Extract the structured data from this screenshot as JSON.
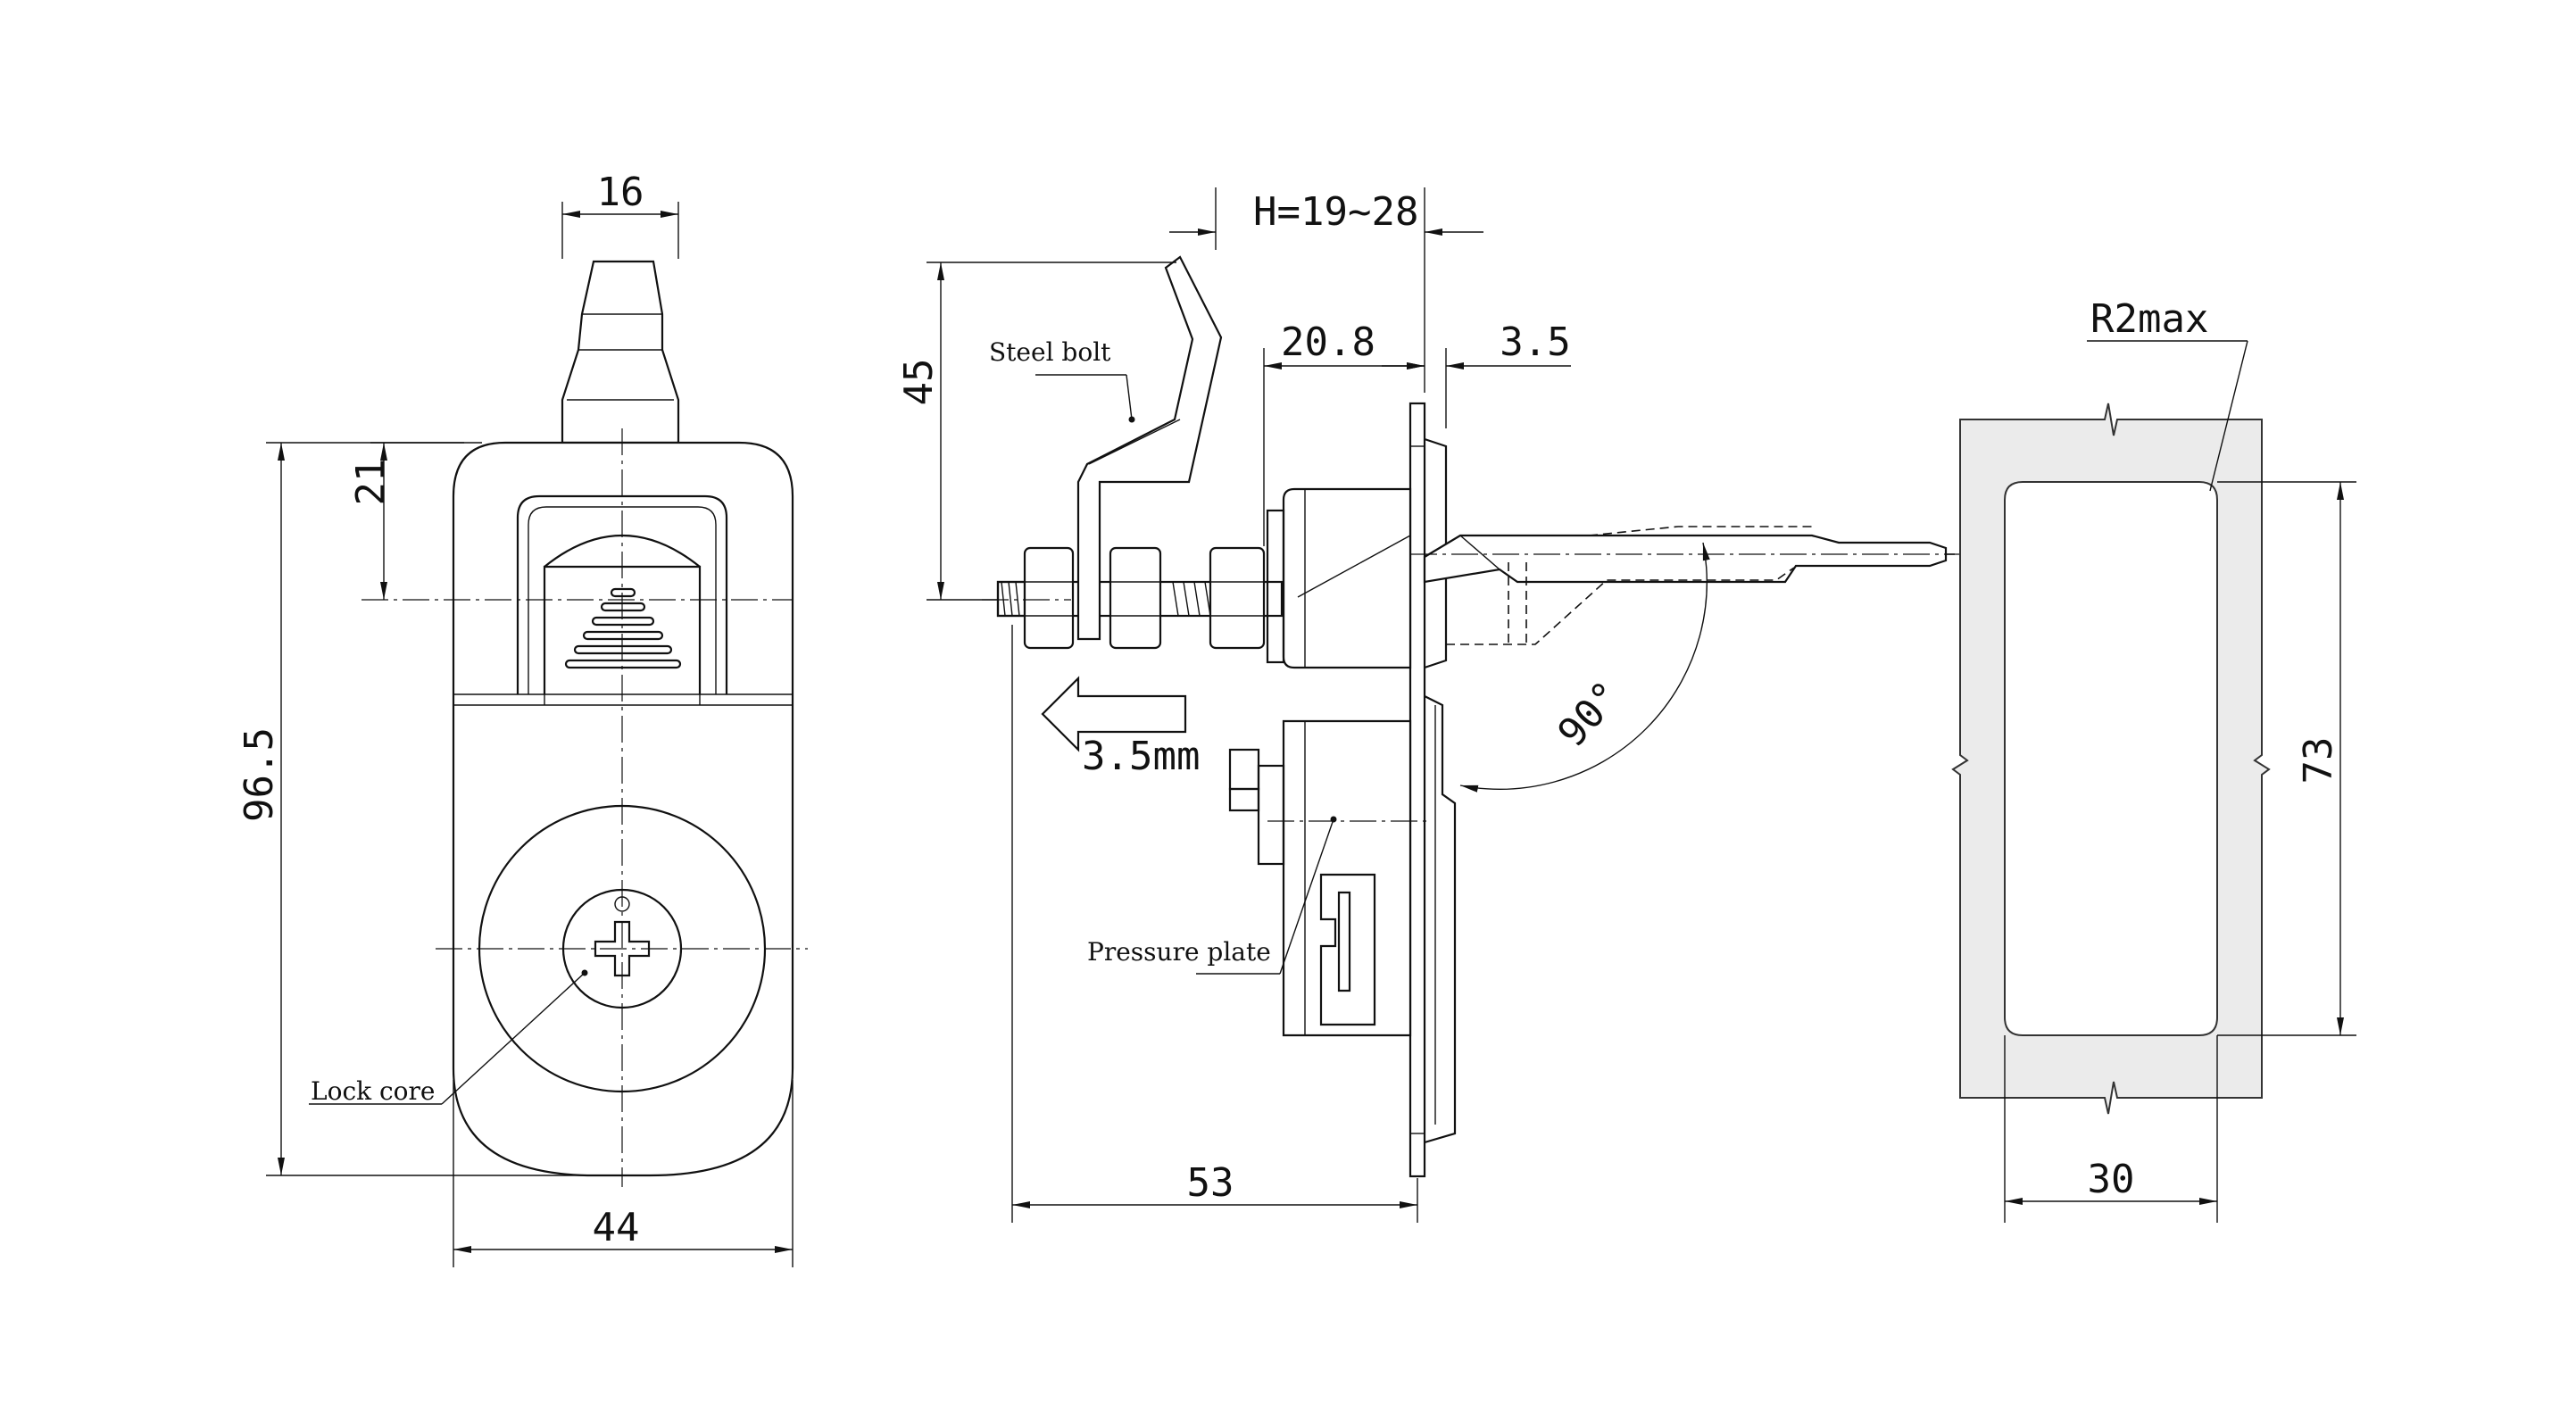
{
  "drawing": {
    "front_view": {
      "dim_width_top": "16",
      "dim_height_21": "21",
      "dim_total_height": "96.5",
      "dim_width_bottom": "44",
      "label_lock_core": "Lock core"
    },
    "side_view": {
      "dim_h_range": "H=19~28",
      "dim_45": "45",
      "dim_20_8": "20.8",
      "dim_3_5": "3.5",
      "dim_travel": "3.5mm",
      "dim_53": "53",
      "angle": "90°",
      "label_steel_bolt": "Steel bolt",
      "label_pressure_plate": "Pressure plate"
    },
    "cutout_view": {
      "dim_radius": "R2max",
      "dim_height": "73",
      "dim_width": "30"
    }
  }
}
